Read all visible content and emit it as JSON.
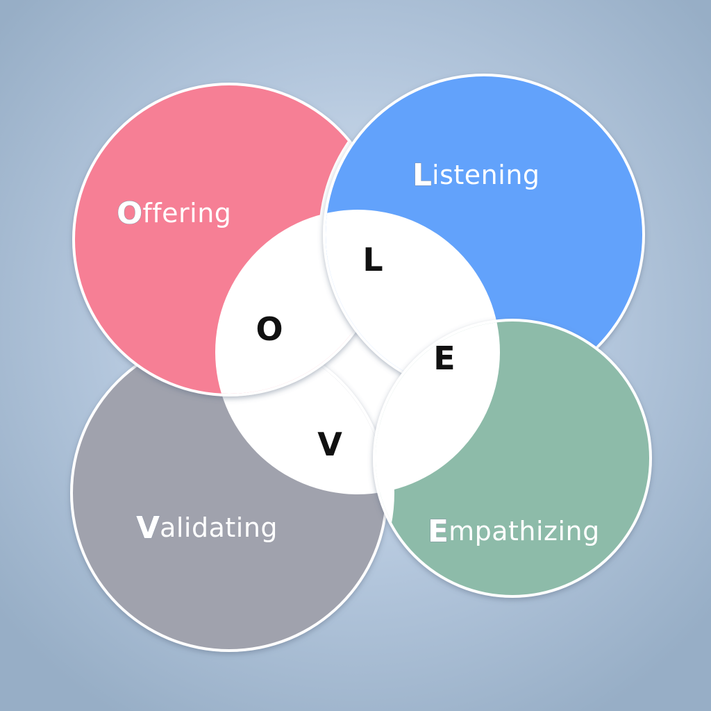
{
  "diagram": {
    "petals": [
      {
        "key": "offering",
        "initial": "O",
        "rest": "ffering",
        "color": "#f67f95"
      },
      {
        "key": "listening",
        "initial": "L",
        "rest": "istening",
        "color": "#62a2fb"
      },
      {
        "key": "validating",
        "initial": "V",
        "rest": "alidating",
        "color": "#a0a2ad"
      },
      {
        "key": "empathizing",
        "initial": "E",
        "rest": "mpathizing",
        "color": "#8dbba9"
      }
    ],
    "center_letters": [
      "O",
      "L",
      "V",
      "E"
    ],
    "colors": {
      "background": "#9fb3c8",
      "background_glow": "#d9e6f5",
      "rim": "#ffffff",
      "center": "#ffffff",
      "letter": "#111111"
    }
  }
}
